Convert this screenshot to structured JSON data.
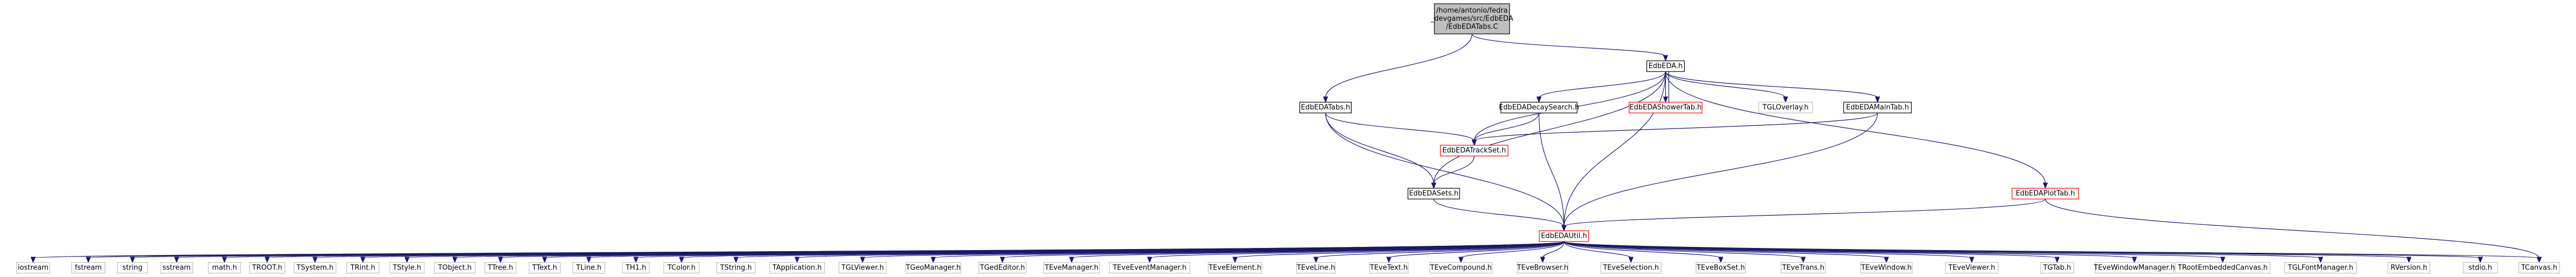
{
  "colors": {
    "edge": "#191970",
    "default_fill": "#ffffff",
    "default_stroke": "#bfbfbf",
    "root_fill": "#bfbfbf",
    "root_stroke": "#000000",
    "include_stroke": "#000000",
    "missing_stroke": "#ff0000"
  },
  "nodes": [
    {
      "id": "root",
      "lines": [
        "/home/antonio/fedra",
        "_devgames/src/EdbEDA",
        "/EdbEDATabs.C"
      ],
      "kind": "root"
    },
    {
      "id": "edbeda_h",
      "lines": [
        "EdbEDA.h"
      ],
      "kind": "include"
    },
    {
      "id": "edbedatabs_h",
      "lines": [
        "EdbEDATabs.h"
      ],
      "kind": "include"
    },
    {
      "id": "decaysearch_h",
      "lines": [
        "EdbEDADecaySearch.h"
      ],
      "kind": "include"
    },
    {
      "id": "showertab_h",
      "lines": [
        "EdbEDAShowerTab.h"
      ],
      "kind": "missing"
    },
    {
      "id": "tgloverlay_h",
      "lines": [
        "TGLOverlay.h"
      ],
      "kind": "plain"
    },
    {
      "id": "maintab_h",
      "lines": [
        "EdbEDAMainTab.h"
      ],
      "kind": "include"
    },
    {
      "id": "tracksel_h",
      "lines": [
        "EdbEDATrackSet.h"
      ],
      "kind": "missing"
    },
    {
      "id": "sets_h",
      "lines": [
        "EdbEDASets.h"
      ],
      "kind": "include"
    },
    {
      "id": "plottab_h",
      "lines": [
        "EdbEDAPlotTab.h"
      ],
      "kind": "missing"
    },
    {
      "id": "util_h",
      "lines": [
        "EdbEDAUtil.h"
      ],
      "kind": "missing"
    },
    {
      "id": "l0",
      "lines": [
        "iostream"
      ],
      "kind": "plain"
    },
    {
      "id": "l1",
      "lines": [
        "fstream"
      ],
      "kind": "plain"
    },
    {
      "id": "l2",
      "lines": [
        "string"
      ],
      "kind": "plain"
    },
    {
      "id": "l3",
      "lines": [
        "sstream"
      ],
      "kind": "plain"
    },
    {
      "id": "l4",
      "lines": [
        "math.h"
      ],
      "kind": "plain"
    },
    {
      "id": "l5",
      "lines": [
        "TROOT.h"
      ],
      "kind": "plain"
    },
    {
      "id": "l6",
      "lines": [
        "TSystem.h"
      ],
      "kind": "plain"
    },
    {
      "id": "l7",
      "lines": [
        "TRint.h"
      ],
      "kind": "plain"
    },
    {
      "id": "l8",
      "lines": [
        "TStyle.h"
      ],
      "kind": "plain"
    },
    {
      "id": "l9",
      "lines": [
        "TObject.h"
      ],
      "kind": "plain"
    },
    {
      "id": "l10",
      "lines": [
        "TTree.h"
      ],
      "kind": "plain"
    },
    {
      "id": "l11",
      "lines": [
        "TText.h"
      ],
      "kind": "plain"
    },
    {
      "id": "l12",
      "lines": [
        "TLine.h"
      ],
      "kind": "plain"
    },
    {
      "id": "l13",
      "lines": [
        "TH1.h"
      ],
      "kind": "plain"
    },
    {
      "id": "l14",
      "lines": [
        "TColor.h"
      ],
      "kind": "plain"
    },
    {
      "id": "l15",
      "lines": [
        "TString.h"
      ],
      "kind": "plain"
    },
    {
      "id": "l16",
      "lines": [
        "TApplication.h"
      ],
      "kind": "plain"
    },
    {
      "id": "l17",
      "lines": [
        "TGLViewer.h"
      ],
      "kind": "plain"
    },
    {
      "id": "l18",
      "lines": [
        "TGeoManager.h"
      ],
      "kind": "plain"
    },
    {
      "id": "l19",
      "lines": [
        "TGedEditor.h"
      ],
      "kind": "plain"
    },
    {
      "id": "l20",
      "lines": [
        "TEveManager.h"
      ],
      "kind": "plain"
    },
    {
      "id": "l21",
      "lines": [
        "TEveEventManager.h"
      ],
      "kind": "plain"
    },
    {
      "id": "l22",
      "lines": [
        "TEveElement.h"
      ],
      "kind": "plain"
    },
    {
      "id": "l23",
      "lines": [
        "TEveLine.h"
      ],
      "kind": "plain"
    },
    {
      "id": "l24",
      "lines": [
        "TEveText.h"
      ],
      "kind": "plain"
    },
    {
      "id": "l25",
      "lines": [
        "TEveCompound.h"
      ],
      "kind": "plain"
    },
    {
      "id": "l26",
      "lines": [
        "TEveBrowser.h"
      ],
      "kind": "plain"
    },
    {
      "id": "l27",
      "lines": [
        "TEveSelection.h"
      ],
      "kind": "plain"
    },
    {
      "id": "l28",
      "lines": [
        "TEveBoxSet.h"
      ],
      "kind": "plain"
    },
    {
      "id": "l29",
      "lines": [
        "TEveTrans.h"
      ],
      "kind": "plain"
    },
    {
      "id": "l30",
      "lines": [
        "TEveWindow.h"
      ],
      "kind": "plain"
    },
    {
      "id": "l31",
      "lines": [
        "TEveViewer.h"
      ],
      "kind": "plain"
    },
    {
      "id": "l32",
      "lines": [
        "TGTab.h"
      ],
      "kind": "plain"
    },
    {
      "id": "l33",
      "lines": [
        "TEveWindowManager.h"
      ],
      "kind": "plain"
    },
    {
      "id": "l34",
      "lines": [
        "TRootEmbeddedCanvas.h"
      ],
      "kind": "plain"
    },
    {
      "id": "l35",
      "lines": [
        "TGLFontManager.h"
      ],
      "kind": "plain"
    },
    {
      "id": "l36",
      "lines": [
        "RVersion.h"
      ],
      "kind": "plain"
    },
    {
      "id": "l37",
      "lines": [
        "stdio.h"
      ],
      "kind": "plain"
    },
    {
      "id": "l38",
      "lines": [
        "TCanvas.h"
      ],
      "kind": "plain"
    }
  ],
  "edges": [
    [
      "root",
      "edbeda_h"
    ],
    [
      "root",
      "edbedatabs_h"
    ],
    [
      "edbeda_h",
      "decaysearch_h"
    ],
    [
      "edbeda_h",
      "showertab_h"
    ],
    [
      "edbeda_h",
      "tgloverlay_h"
    ],
    [
      "edbeda_h",
      "maintab_h"
    ],
    [
      "edbeda_h",
      "tracksel_h"
    ],
    [
      "edbeda_h",
      "sets_h"
    ],
    [
      "edbeda_h",
      "plottab_h"
    ],
    [
      "edbeda_h",
      "util_h"
    ],
    [
      "showertab_h",
      "edbeda_h"
    ],
    [
      "edbedatabs_h",
      "tracksel_h"
    ],
    [
      "edbedatabs_h",
      "sets_h"
    ],
    [
      "edbedatabs_h",
      "util_h"
    ],
    [
      "decaysearch_h",
      "tracksel_h"
    ],
    [
      "decaysearch_h",
      "util_h"
    ],
    [
      "maintab_h",
      "tracksel_h"
    ],
    [
      "maintab_h",
      "util_h"
    ],
    [
      "tracksel_h",
      "sets_h"
    ],
    [
      "sets_h",
      "util_h"
    ],
    [
      "plottab_h",
      "util_h"
    ],
    [
      "plottab_h",
      "l38"
    ],
    [
      "util_h",
      "l0"
    ],
    [
      "util_h",
      "l1"
    ],
    [
      "util_h",
      "l2"
    ],
    [
      "util_h",
      "l3"
    ],
    [
      "util_h",
      "l4"
    ],
    [
      "util_h",
      "l5"
    ],
    [
      "util_h",
      "l6"
    ],
    [
      "util_h",
      "l7"
    ],
    [
      "util_h",
      "l8"
    ],
    [
      "util_h",
      "l9"
    ],
    [
      "util_h",
      "l10"
    ],
    [
      "util_h",
      "l11"
    ],
    [
      "util_h",
      "l12"
    ],
    [
      "util_h",
      "l13"
    ],
    [
      "util_h",
      "l14"
    ],
    [
      "util_h",
      "l15"
    ],
    [
      "util_h",
      "l16"
    ],
    [
      "util_h",
      "l17"
    ],
    [
      "util_h",
      "l18"
    ],
    [
      "util_h",
      "l19"
    ],
    [
      "util_h",
      "l20"
    ],
    [
      "util_h",
      "l21"
    ],
    [
      "util_h",
      "l22"
    ],
    [
      "util_h",
      "l23"
    ],
    [
      "util_h",
      "l24"
    ],
    [
      "util_h",
      "l25"
    ],
    [
      "util_h",
      "l26"
    ],
    [
      "util_h",
      "l27"
    ],
    [
      "util_h",
      "l28"
    ],
    [
      "util_h",
      "l29"
    ],
    [
      "util_h",
      "l30"
    ],
    [
      "util_h",
      "l31"
    ],
    [
      "util_h",
      "l32"
    ],
    [
      "util_h",
      "l33"
    ],
    [
      "util_h",
      "l34"
    ],
    [
      "util_h",
      "l35"
    ],
    [
      "util_h",
      "l36"
    ],
    [
      "util_h",
      "l37"
    ],
    [
      "util_h",
      "l38"
    ]
  ]
}
